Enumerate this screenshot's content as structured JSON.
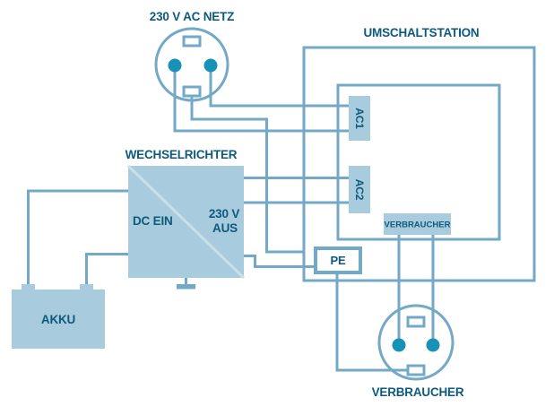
{
  "diagram": {
    "grid": {
      "label": "230 V AC NETZ"
    },
    "station": {
      "label": "UMSCHALTSTATION",
      "ac1_label": "AC1",
      "ac2_label": "AC2",
      "pe_label": "PE",
      "consumer_terminal_label": "VERBRAUCHER"
    },
    "inverter": {
      "label": "WECHSELRICHTER",
      "dc_in_label": "DC EIN",
      "ac_out_line1": "230 V",
      "ac_out_line2": "AUS"
    },
    "battery": {
      "label": "AKKU"
    },
    "consumer_socket": {
      "label": "VERBRAUCHER"
    }
  },
  "colors": {
    "wire": "#73a9c7",
    "component_fill": "#a8ccdd",
    "label_text": "#0d5a7d",
    "socket_pin": "#1791b5",
    "inverter_diagonal": "#c9dfe9",
    "background": "#ffffff"
  }
}
